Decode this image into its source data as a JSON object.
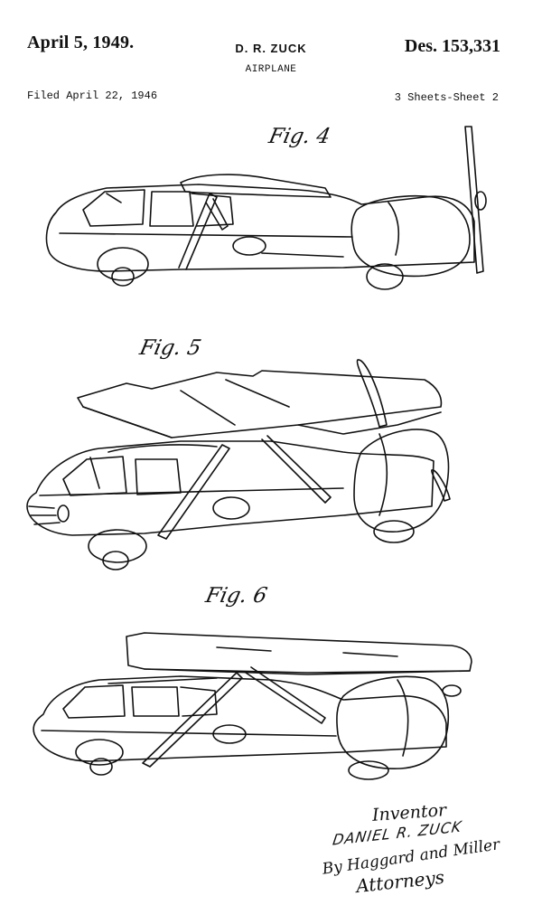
{
  "header": {
    "date": "April 5, 1949.",
    "inventor": "D. R. ZUCK",
    "design_number": "Des. 153,331",
    "title": "AIRPLANE",
    "filed": "Filed April 22, 1946",
    "sheet": "3 Sheets-Sheet 2"
  },
  "figures": {
    "fig4": "Fig. 4",
    "fig5": "Fig. 5",
    "fig6": "Fig. 6"
  },
  "signature": {
    "inventor_label": "Inventor",
    "inventor_name": "DANIEL R. ZUCK",
    "by_line": "By Haggard and Miller",
    "attorneys": "Attorneys"
  }
}
